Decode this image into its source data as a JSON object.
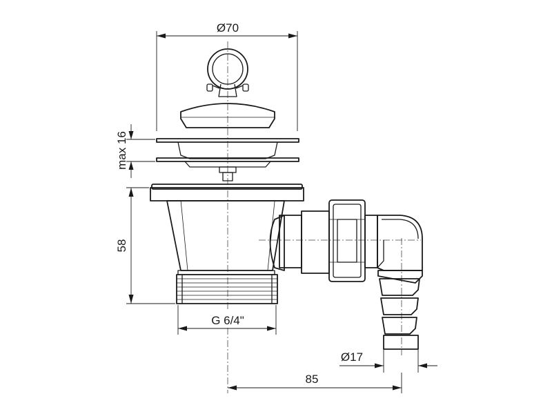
{
  "dimensions": {
    "top_diameter": "Ø70",
    "max_height": "max 16",
    "body_height": "58",
    "thread": "G 6/4\"",
    "hose_diameter": "Ø17",
    "outlet_offset": "85"
  }
}
